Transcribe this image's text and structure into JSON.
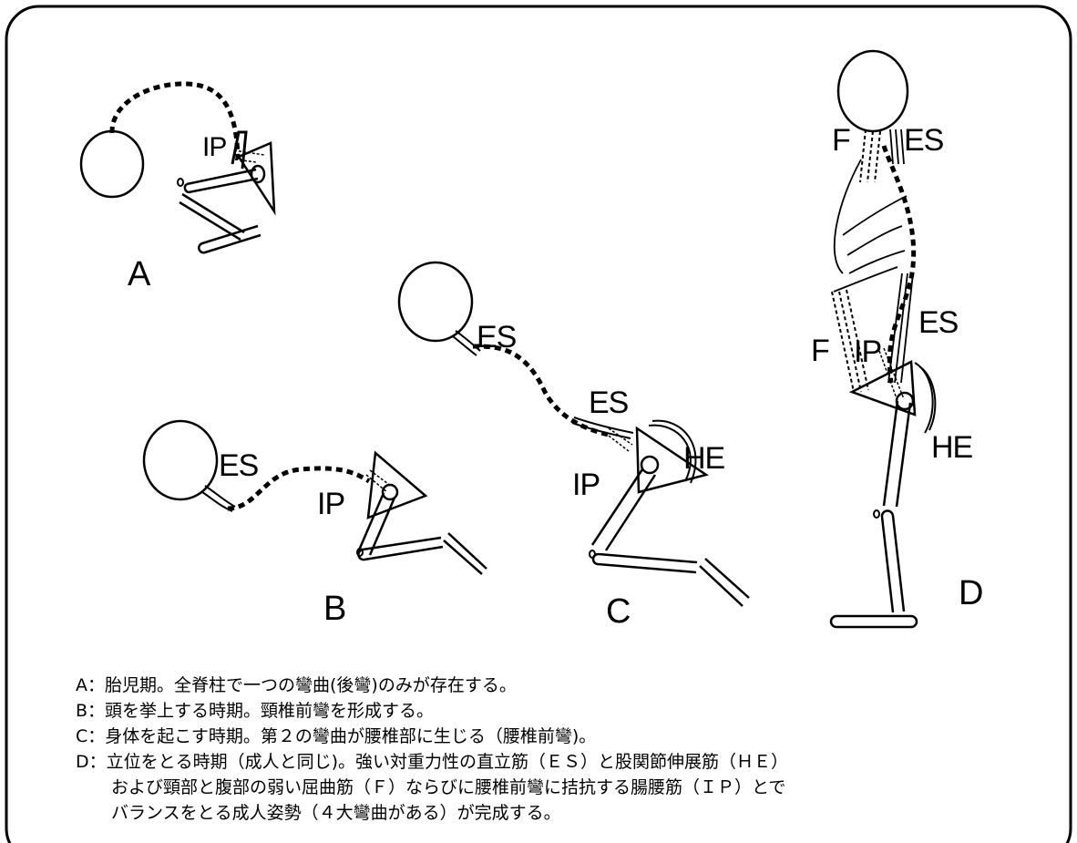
{
  "figures": {
    "A": {
      "stage": "A",
      "labels": {
        "ip": "IP"
      }
    },
    "B": {
      "stage": "B",
      "labels": {
        "es": "ES",
        "ip": "IP"
      }
    },
    "C": {
      "stage": "C",
      "labels": {
        "es_neck": "ES",
        "es_lumbar": "ES",
        "ip": "IP",
        "he": "HE"
      }
    },
    "D": {
      "stage": "D",
      "labels": {
        "f_neck": "F",
        "es_neck": "ES",
        "es_lumbar": "ES",
        "f_abdomen": "F",
        "ip": "IP",
        "he": "HE"
      }
    }
  },
  "caption": {
    "line_a": "A：胎児期。全脊柱で一つの彎曲(後彎)のみが存在する。",
    "line_b": "B：頭を挙上する時期。頸椎前彎を形成する。",
    "line_c": "C：身体を起こす時期。第２の彎曲が腰椎部に生じる（腰椎前彎)。",
    "line_d1": "D：立位をとる時期（成人と同じ)。強い対重力性の直立筋（ＥＳ）と股関節伸展筋（ＨＥ）",
    "line_d2": "および頸部と腹部の弱い屈曲筋（Ｆ）ならびに腰椎前彎に拮抗する腸腰筋（ＩＰ）とで",
    "line_d3": "バランスをとる成人姿勢（４大彎曲がある）が完成する。"
  }
}
